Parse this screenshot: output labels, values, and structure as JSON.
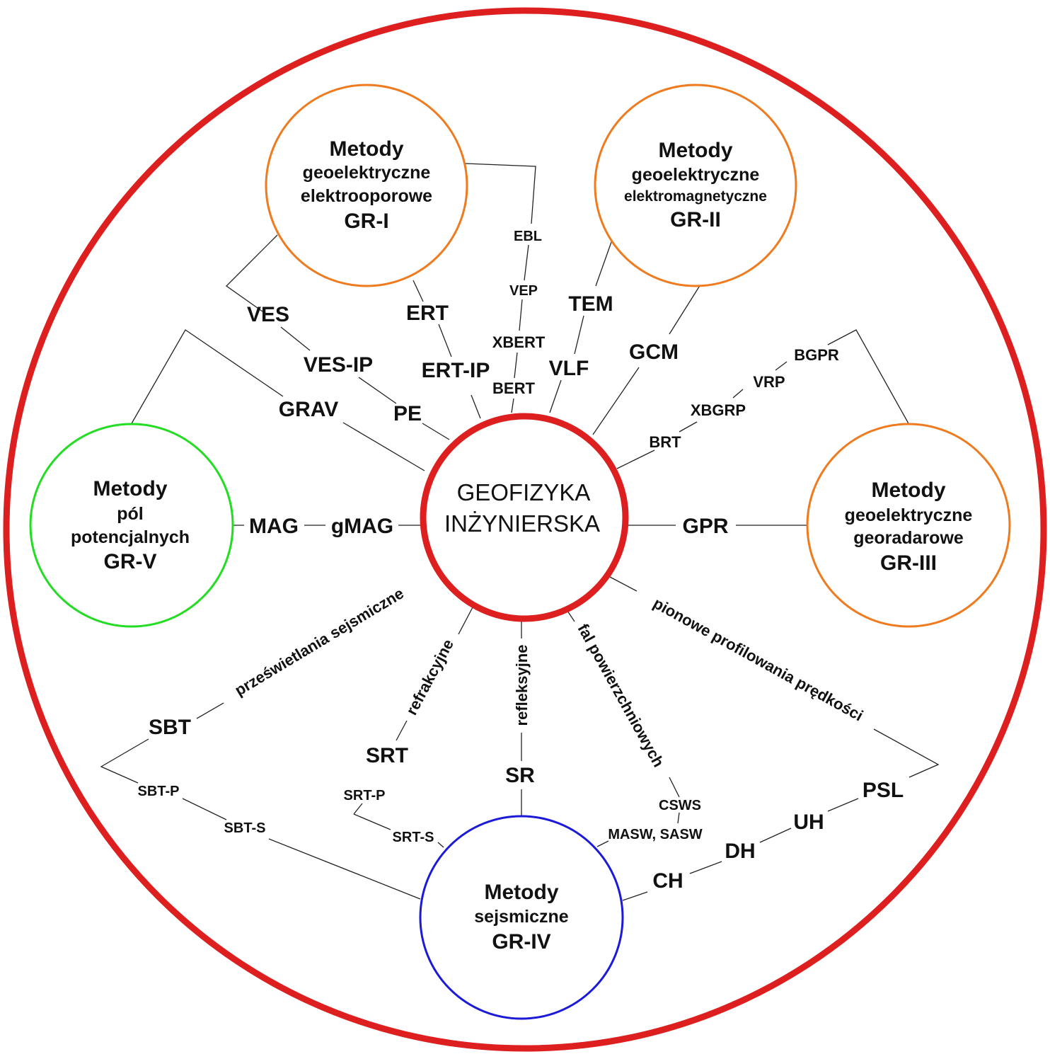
{
  "colors": {
    "outer_ring": "#dd1f1f",
    "center_ring": "#dd1f1f",
    "group_orange": "#f07a1e",
    "group_green": "#22dd22",
    "group_blue": "#1a1ad8",
    "line": "#222222",
    "text": "#111111"
  },
  "center": {
    "line1": "GEOFIZYKA",
    "line2": "INŻYNIERSKA"
  },
  "groups": {
    "gr1": {
      "line1": "Metody",
      "line2": "geoelektryczne",
      "line3": "elektrooporowe",
      "code": "GR-I"
    },
    "gr2": {
      "line1": "Metody",
      "line2": "geoelektryczne",
      "line3": "elektromagnetyczne",
      "code": "GR-II"
    },
    "gr3": {
      "line1": "Metody",
      "line2": "geoelektryczne",
      "line3": "georadarowe",
      "code": "GR-III"
    },
    "gr4": {
      "line1": "Metody",
      "line2": "sejsmiczne",
      "code": "GR-IV"
    },
    "gr5": {
      "line1": "Metody",
      "line2": "pól",
      "line3": "potencjalnych",
      "code": "GR-V"
    }
  },
  "methods": {
    "ves": "VES",
    "ves_ip": "VES-IP",
    "pe": "PE",
    "ert": "ERT",
    "ert_ip": "ERT-IP",
    "ebl": "EBL",
    "vep": "VEP",
    "xbert": "XBERT",
    "bert": "BERT",
    "tem": "TEM",
    "vlf": "VLF",
    "gcm": "GCM",
    "bgpr": "BGPR",
    "vrp": "VRP",
    "xbgrp": "XBGRP",
    "brt": "BRT",
    "gpr": "GPR",
    "grav": "GRAV",
    "mag": "MAG",
    "gmag": "gMAG",
    "sbt": "SBT",
    "sbt_p": "SBT-P",
    "sbt_s": "SBT-S",
    "srt": "SRT",
    "srt_p": "SRT-P",
    "srt_s": "SRT-S",
    "sr": "SR",
    "csws": "CSWS",
    "masw_sasw": "MASW, SASW",
    "psl": "PSL",
    "uh": "UH",
    "dh": "DH",
    "ch": "CH"
  },
  "seismic_branches": {
    "przeswietlania": "prześwietlania sejsmiczne",
    "refrakcyjne": "refrakcyjne",
    "refleksyjne": "refleksyjne",
    "fal_powierzchniowych": "fal powierzchniowych",
    "pionowe_profilowania": "pionowe profilowania prędkości"
  }
}
